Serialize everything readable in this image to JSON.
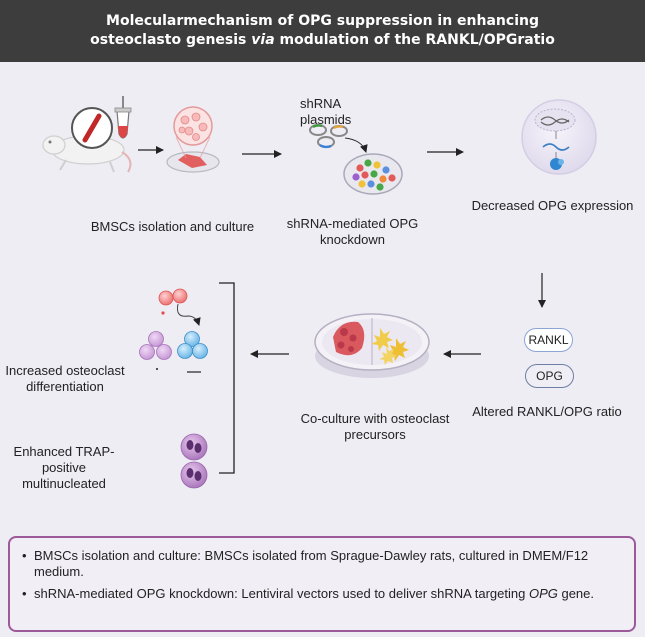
{
  "header": {
    "line1": "Molecularmechanism of OPG suppression in enhancing",
    "line2_pre": "osteoclasto genesis ",
    "line2_italic": "via",
    "line2_post": " modulation of the RANKL/OPGratio"
  },
  "steps": {
    "isolation": "BMSCs isolation and culture",
    "plasmids": "shRNA plasmids",
    "knockdown": "shRNA-mediated OPG knockdown",
    "decreased": "Decreased OPG expression",
    "ratio": "Altered RANKL/OPG ratio",
    "coculture": "Co-culture with osteoclast precursors",
    "differentiation": "Increased osteoclast differentiation",
    "trap": "Enhanced TRAP-positive multinucleated"
  },
  "pills": {
    "rankl": "RANKL",
    "opg": "OPG"
  },
  "notes": {
    "item1": "BMSCs isolation and culture: BMSCs isolated from Sprague-Dawley rats, cultured in DMEM/F12 medium.",
    "item2_pre": "shRNA-mediated OPG knockdown: Lentiviral vectors used to deliver shRNA targeting ",
    "item2_italic": "OPG",
    "item2_post": " gene."
  },
  "colors": {
    "header_bg": "#3d3d3d",
    "background": "#efedf4",
    "notes_border": "#9c5a9b",
    "rankl_pill_border": "#8aa5d6",
    "opg_pill_border": "#6d7fa6"
  }
}
